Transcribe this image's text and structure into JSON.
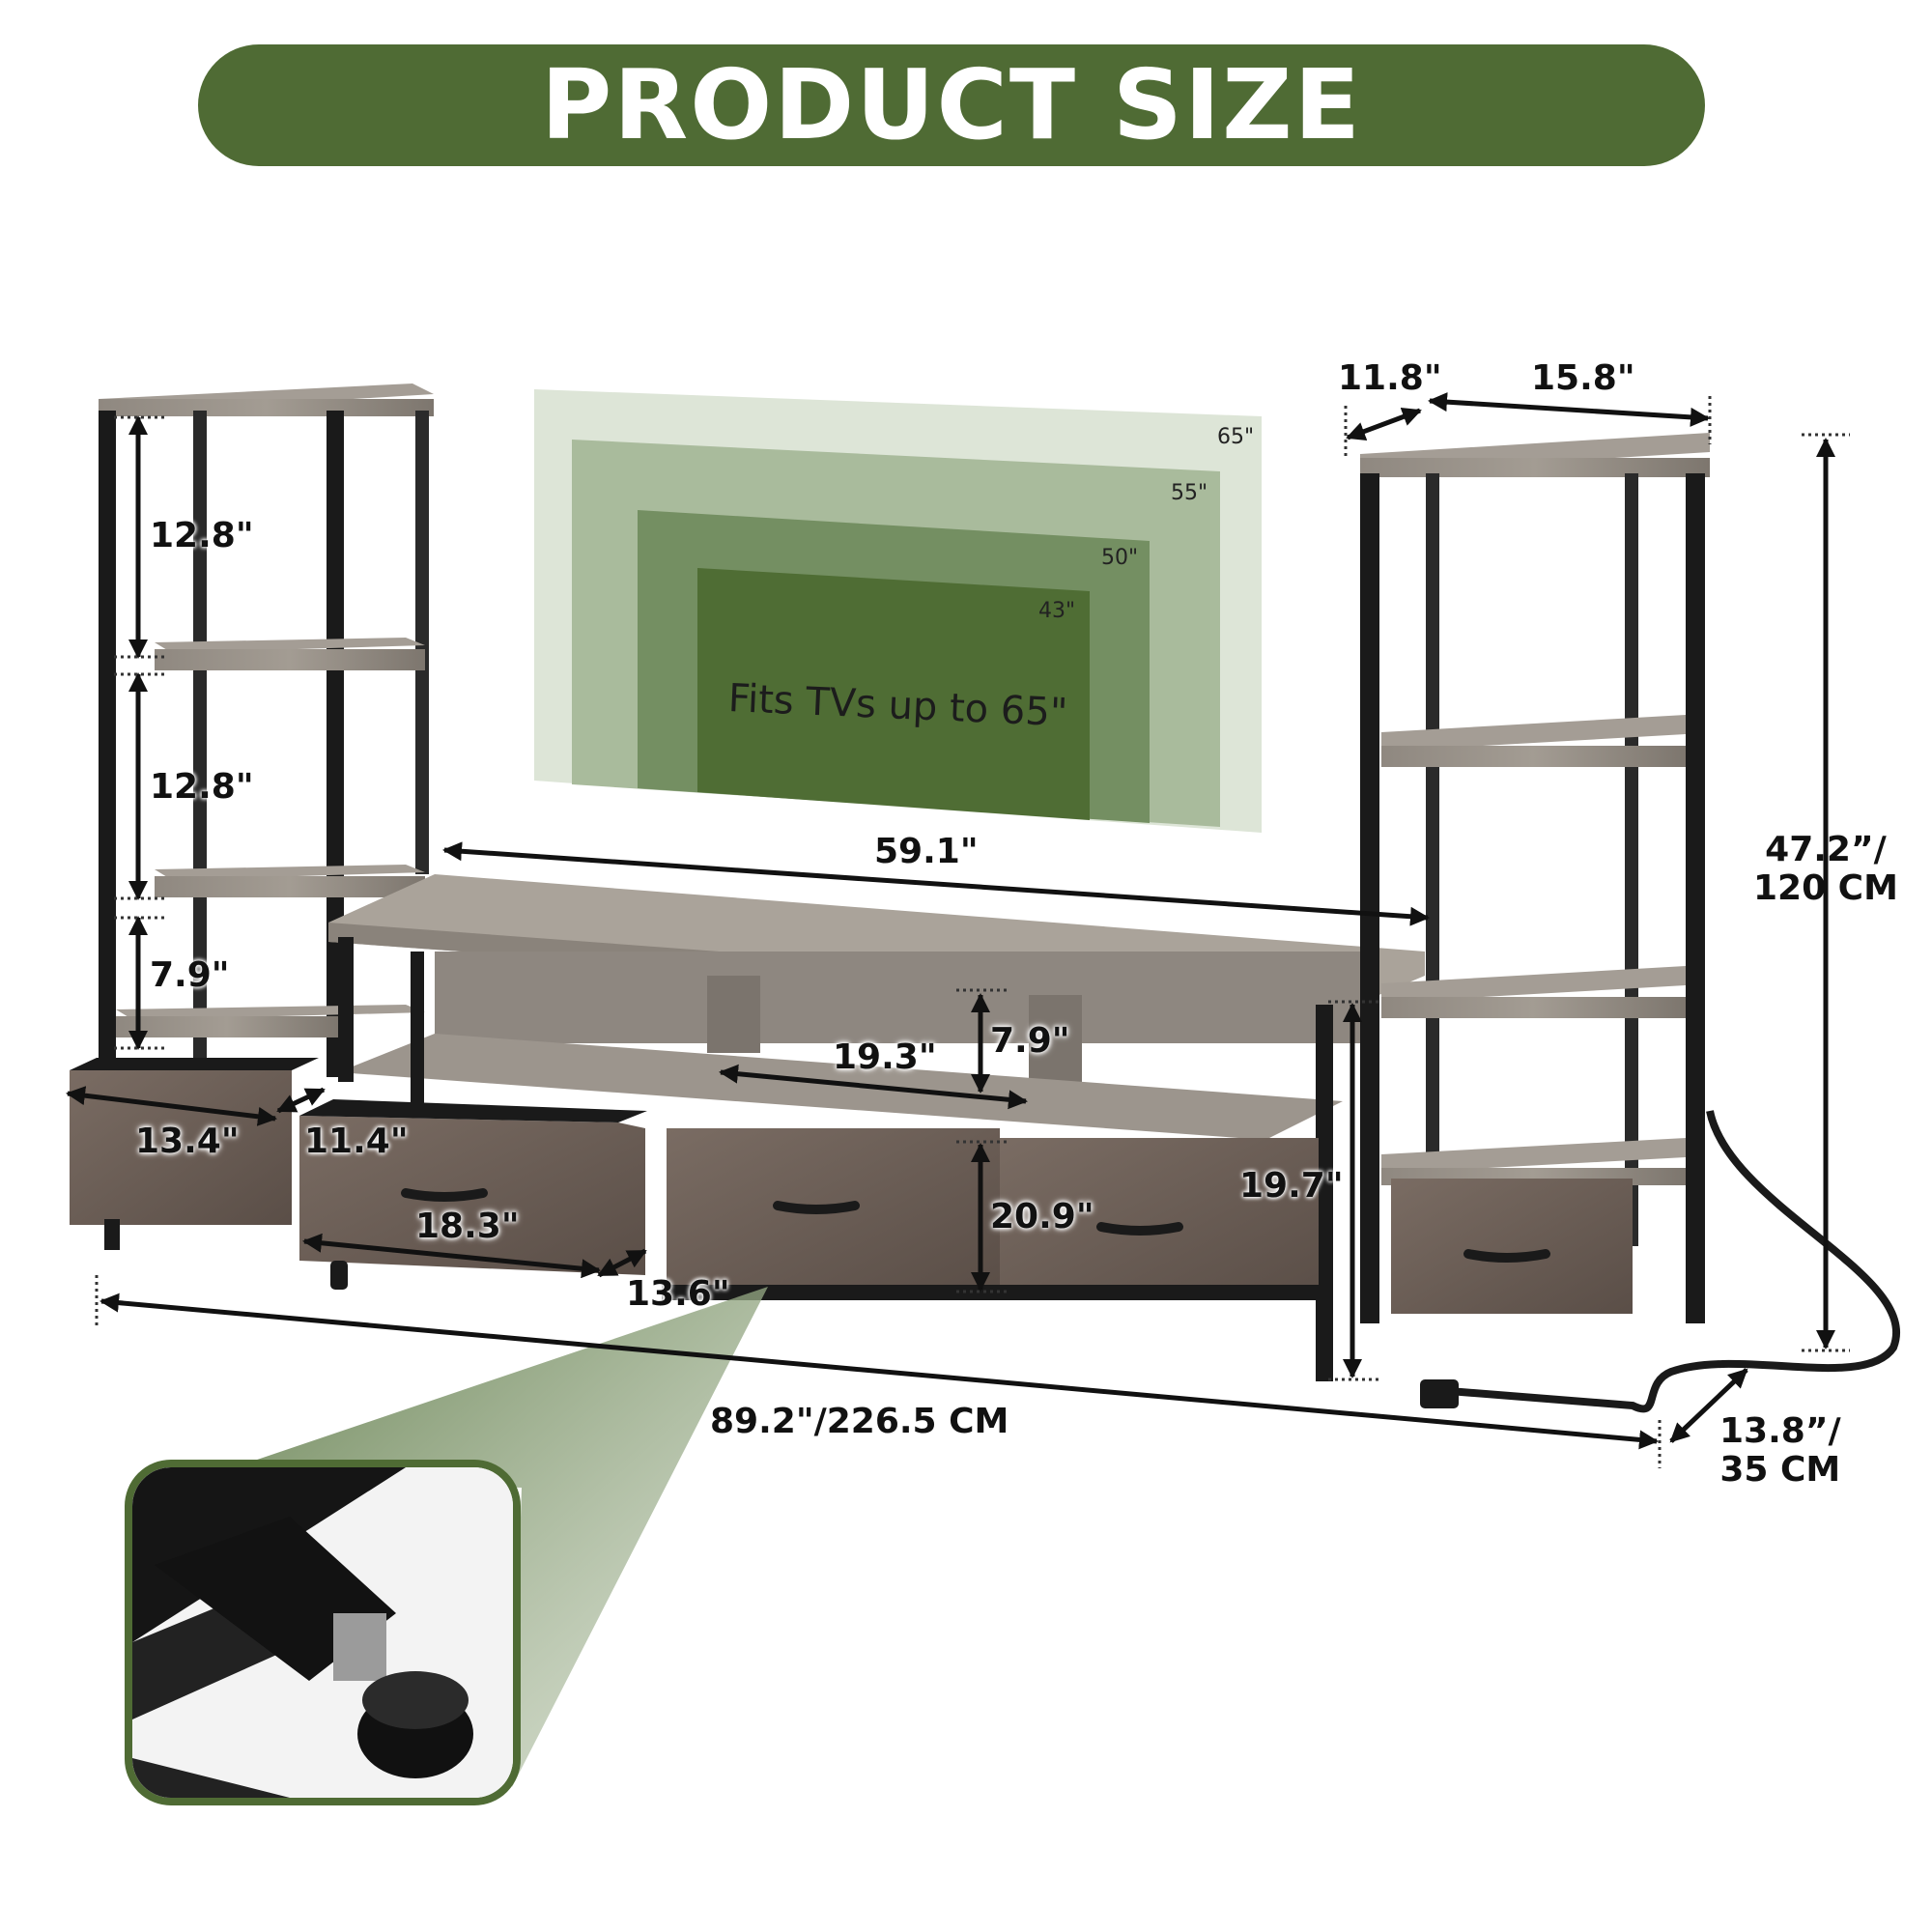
{
  "header": {
    "title": "PRODUCT SIZE"
  },
  "tv_fit": {
    "caption": "Fits TVs up to 65\"",
    "sizes": [
      "65\"",
      "55\"",
      "50\"",
      "43\""
    ]
  },
  "dimensions": {
    "left_tower_shelf_1": "12.8\"",
    "left_tower_shelf_2": "12.8\"",
    "left_tower_shelf_3": "7.9\"",
    "left_drawer_width": "13.4\"",
    "left_drawer_depth": "11.4\"",
    "console_width": "59.1\"",
    "cubby_width": "19.3\"",
    "cubby_height": "7.9\"",
    "main_drawer_width": "18.3\"",
    "main_drawer_depth": "13.6\"",
    "console_height": "20.9\"",
    "console_leg_height": "19.7\"",
    "right_tower_depth": "11.8\"",
    "right_tower_width": "15.8\"",
    "total_height_line1": "47.2”/",
    "total_height_line2": "120 CM",
    "total_width": "89.2\"/226.5 CM",
    "total_depth_line1": "13.8”/",
    "total_depth_line2": "35 CM"
  },
  "colors": {
    "brand_green": "#4f6b34",
    "tv_65": "#dde5d7",
    "tv_55": "#a9bb9c",
    "tv_50": "#748f62",
    "tv_43": "#4f6d34",
    "wood": "#8b847c",
    "drawer": "#6a5d55",
    "frame": "#1a1a1a"
  }
}
